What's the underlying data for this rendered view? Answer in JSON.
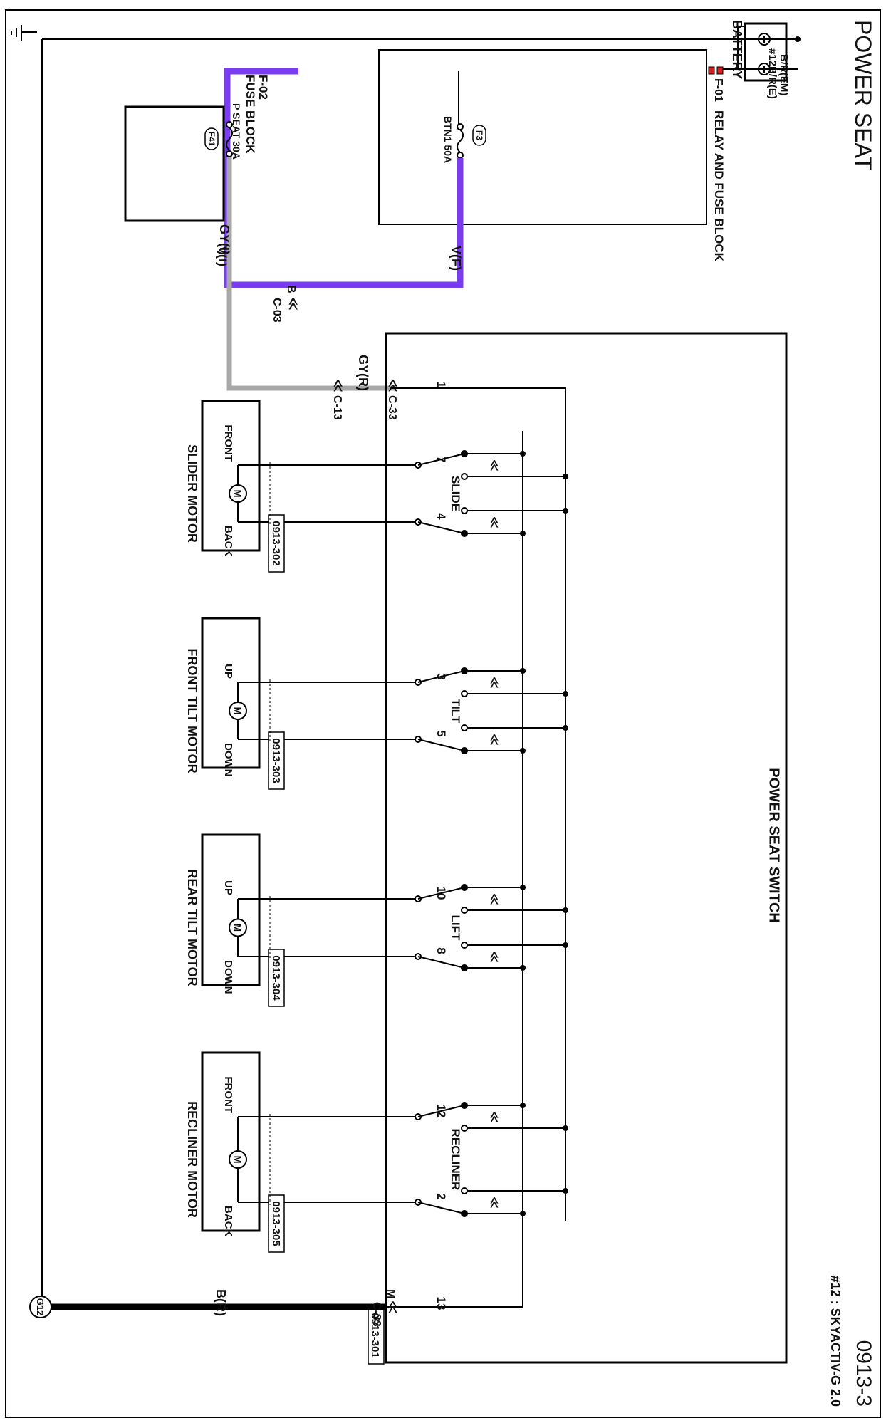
{
  "title": "POWER SEAT",
  "page_id": "0913-3",
  "model_note": "#12 : SKYACTIV-G 2.0",
  "battery": {
    "label": "BATTERY",
    "wire_label_1": "B/R(EM)",
    "wire_label_2": "#12B/R(E)"
  },
  "relay_block": {
    "connector": "F-01",
    "label": "RELAY AND FUSE BLOCK",
    "fuse_name": "BTN1 50A",
    "fuse_id": "F3"
  },
  "fuse_block": {
    "connector": "F-02",
    "label": "FUSE BLOCK",
    "fuse_name": "P SEAT 30A",
    "fuse_id": "F41"
  },
  "wires": {
    "vf": "V(F)",
    "vi": "V(I)",
    "gyi": "GY(I)",
    "gyr": "GY(R)",
    "br": "B(R)"
  },
  "connectors": {
    "b": "B",
    "c03": "C-03",
    "c33": "C-33",
    "c13": "C-13",
    "m": "M",
    "c33b": "C-33"
  },
  "switch": {
    "label": "POWER SEAT SWITCH",
    "ref": "0913-301",
    "pin_power": "1",
    "pin_ground": "13",
    "sections": [
      {
        "name": "SLIDE",
        "pin_a": "7",
        "pin_b": "4"
      },
      {
        "name": "TILT",
        "pin_a": "3",
        "pin_b": "5"
      },
      {
        "name": "LIFT",
        "pin_a": "10",
        "pin_b": "8"
      },
      {
        "name": "RECLINER",
        "pin_a": "12",
        "pin_b": "2"
      }
    ]
  },
  "motors": [
    {
      "name": "SLIDER MOTOR",
      "dir_a": "FRONT",
      "dir_b": "BACK",
      "ref": "0913-302",
      "symbol": "M"
    },
    {
      "name": "FRONT TILT MOTOR",
      "dir_a": "UP",
      "dir_b": "DOWN",
      "ref": "0913-303",
      "symbol": "M"
    },
    {
      "name": "REAR TILT MOTOR",
      "dir_a": "UP",
      "dir_b": "DOWN",
      "ref": "0913-304",
      "symbol": "M"
    },
    {
      "name": "RECLINER MOTOR",
      "dir_a": "FRONT",
      "dir_b": "BACK",
      "ref": "0913-305",
      "symbol": "M"
    }
  ],
  "ground": "G12",
  "colors": {
    "violet": "#7a3cf0",
    "gray": "#a8a8a8",
    "black": "#000000",
    "terminal_red": "#d42020"
  }
}
